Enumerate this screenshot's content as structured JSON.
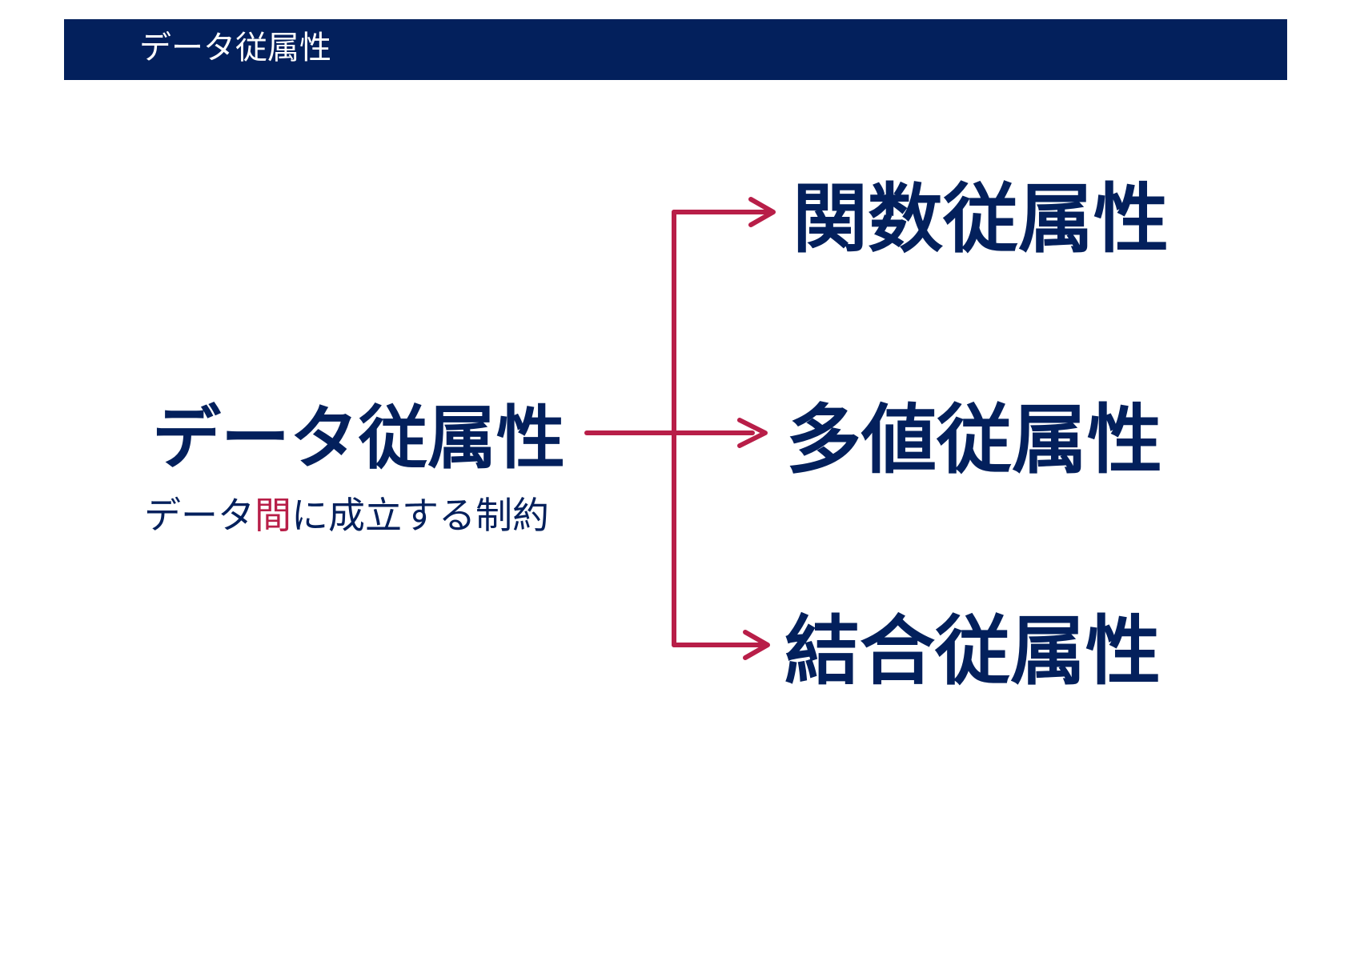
{
  "header": {
    "title": "データ従属性"
  },
  "main": {
    "title": "データ従属性",
    "subtitle_before": "データ",
    "subtitle_accent": "間",
    "subtitle_after": "に成立する制約"
  },
  "branches": [
    {
      "label": "関数従属性"
    },
    {
      "label": "多値従属性"
    },
    {
      "label": "結合従属性"
    }
  ],
  "colors": {
    "navy": "#03205c",
    "accent": "#b81e48",
    "background": "#ffffff"
  }
}
